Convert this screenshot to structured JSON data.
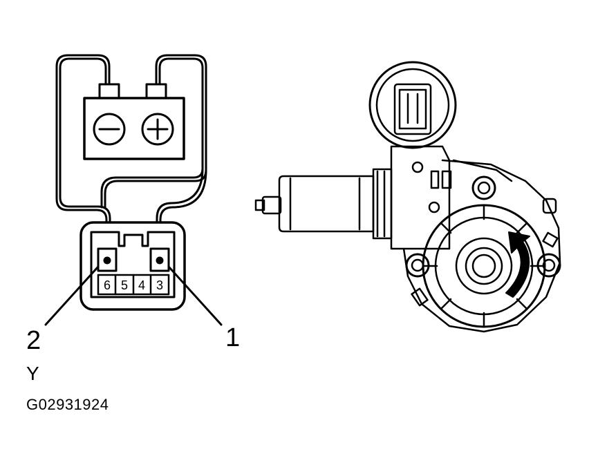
{
  "labels": {
    "terminal_b": "2",
    "terminal_a": "1",
    "wire_color": "Y",
    "figure_id": "G02931924"
  },
  "battery": {
    "negative_symbol": "−",
    "positive_symbol": "+"
  },
  "connector": {
    "pins": [
      "6",
      "5",
      "4",
      "3"
    ]
  }
}
